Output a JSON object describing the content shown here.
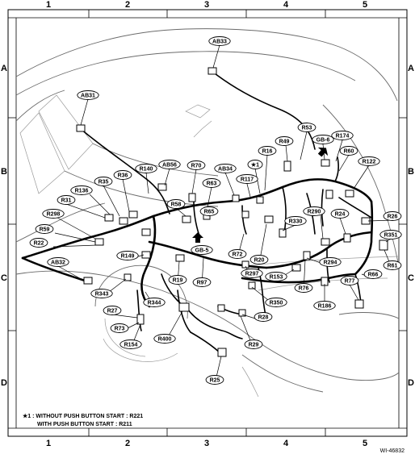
{
  "grid": {
    "columns": [
      "1",
      "2",
      "3",
      "4",
      "5"
    ],
    "rows": [
      "A",
      "B",
      "C",
      "D"
    ]
  },
  "connectors": [
    {
      "id": "ab33",
      "label": "AB33"
    },
    {
      "id": "ab31",
      "label": "AB31"
    },
    {
      "id": "r53",
      "label": "R53"
    },
    {
      "id": "gb6",
      "label": "GB-6"
    },
    {
      "id": "r174",
      "label": "R174"
    },
    {
      "id": "r49",
      "label": "R49"
    },
    {
      "id": "r16",
      "label": "R16"
    },
    {
      "id": "r60",
      "label": "R60"
    },
    {
      "id": "star1",
      "label": "★1"
    },
    {
      "id": "r140",
      "label": "R140"
    },
    {
      "id": "ab56",
      "label": "AB56"
    },
    {
      "id": "r70",
      "label": "R70"
    },
    {
      "id": "ab34",
      "label": "AB34"
    },
    {
      "id": "r117",
      "label": "R117"
    },
    {
      "id": "r122",
      "label": "R122"
    },
    {
      "id": "r36",
      "label": "R36"
    },
    {
      "id": "r35",
      "label": "R35"
    },
    {
      "id": "r136",
      "label": "R136"
    },
    {
      "id": "r63",
      "label": "R63"
    },
    {
      "id": "r31",
      "label": "R31"
    },
    {
      "id": "r58",
      "label": "R58"
    },
    {
      "id": "r65",
      "label": "R65"
    },
    {
      "id": "r298",
      "label": "R298"
    },
    {
      "id": "r290",
      "label": "R290"
    },
    {
      "id": "r24",
      "label": "R24"
    },
    {
      "id": "r330",
      "label": "R330"
    },
    {
      "id": "r26",
      "label": "R26"
    },
    {
      "id": "r59",
      "label": "R59"
    },
    {
      "id": "r351",
      "label": "R351"
    },
    {
      "id": "r22",
      "label": "R22"
    },
    {
      "id": "gb5",
      "label": "GB-5"
    },
    {
      "id": "r72",
      "label": "R72"
    },
    {
      "id": "r149",
      "label": "R149"
    },
    {
      "id": "r20",
      "label": "R20"
    },
    {
      "id": "r294",
      "label": "R294"
    },
    {
      "id": "r61",
      "label": "R61"
    },
    {
      "id": "ab32",
      "label": "AB32"
    },
    {
      "id": "r297",
      "label": "R297"
    },
    {
      "id": "r153",
      "label": "R153"
    },
    {
      "id": "r66",
      "label": "R66"
    },
    {
      "id": "r19",
      "label": "R19"
    },
    {
      "id": "r97",
      "label": "R97"
    },
    {
      "id": "r76",
      "label": "R76"
    },
    {
      "id": "r77",
      "label": "R77"
    },
    {
      "id": "r343",
      "label": "R343"
    },
    {
      "id": "r344",
      "label": "R344"
    },
    {
      "id": "r350",
      "label": "R350"
    },
    {
      "id": "r27",
      "label": "R27"
    },
    {
      "id": "r186",
      "label": "R186"
    },
    {
      "id": "r28",
      "label": "R28"
    },
    {
      "id": "r73",
      "label": "R73"
    },
    {
      "id": "r400",
      "label": "R400"
    },
    {
      "id": "r154",
      "label": "R154"
    },
    {
      "id": "r29",
      "label": "R29"
    },
    {
      "id": "r25",
      "label": "R25"
    }
  ],
  "notes": {
    "line1": "★1 : WITHOUT PUSH BUTTON START  : R221",
    "line2": "WITH PUSH BUTTON START  : R211"
  },
  "reference_id": "WI-46832"
}
